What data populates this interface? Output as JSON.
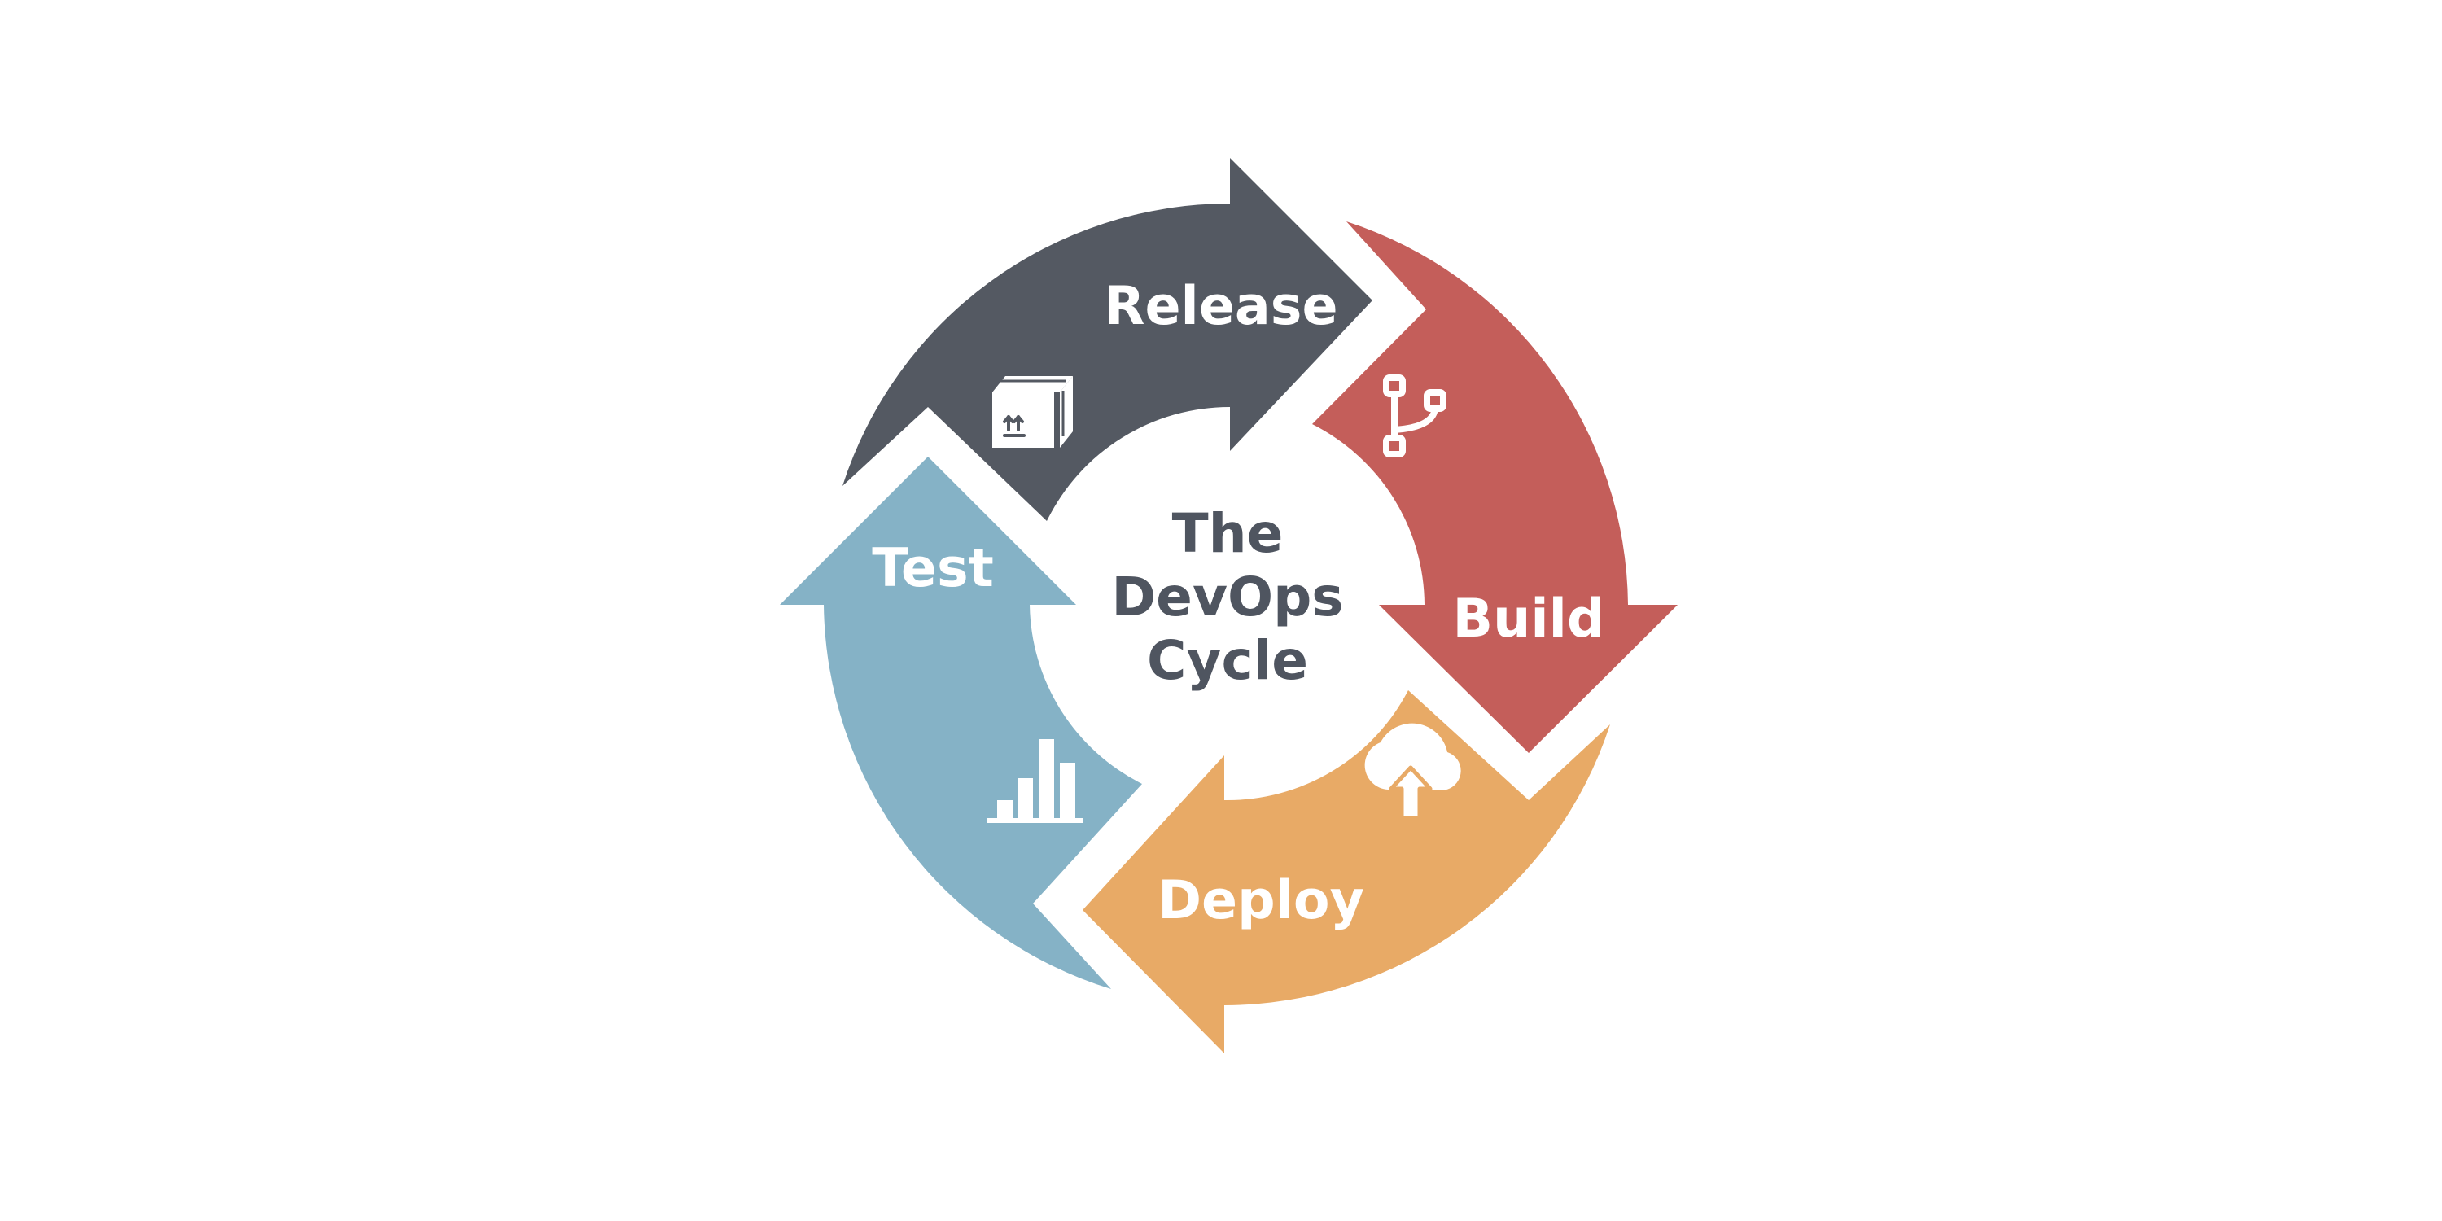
{
  "diagram": {
    "center": {
      "line1": "The",
      "line2": "DevOps",
      "line3": "Cycle"
    },
    "stages": {
      "release": {
        "label": "Release",
        "color": "#545962",
        "icon": "package-box-icon"
      },
      "build": {
        "label": "Build",
        "color": "#c45e5a",
        "icon": "git-branch-icon"
      },
      "deploy": {
        "label": "Deploy",
        "color": "#e8aa66",
        "icon": "cloud-upload-icon"
      },
      "test": {
        "label": "Test",
        "color": "#85b2c6",
        "icon": "bar-chart-icon"
      }
    },
    "background_color": "#ffffff"
  }
}
